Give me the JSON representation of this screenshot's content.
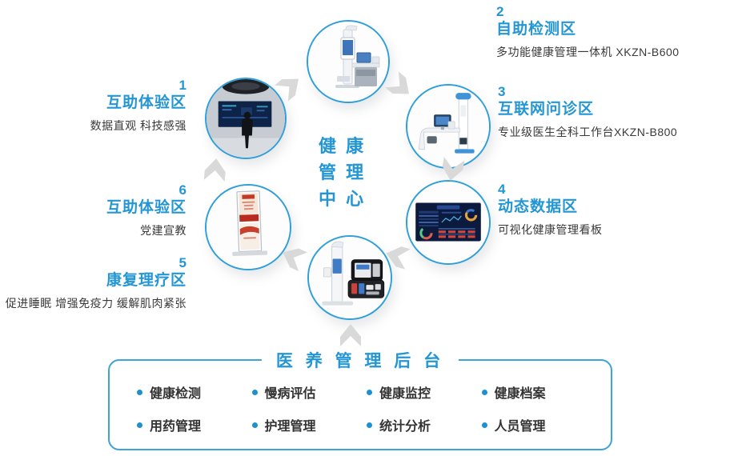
{
  "center": {
    "line1": "健 康",
    "line2": "管 理",
    "line3": "中 心"
  },
  "zones": [
    {
      "number": "1",
      "title": "互助体验区",
      "desc": "数据直观 科技感强"
    },
    {
      "number": "2",
      "title": "自助检测区",
      "desc": "多功能健康管理一体机  XKZN-B600"
    },
    {
      "number": "3",
      "title": "互联网问诊区",
      "desc": "专业级医生全科工作台XKZN-B800"
    },
    {
      "number": "4",
      "title": "动态数据区",
      "desc": "可视化健康管理看板"
    },
    {
      "number": "5",
      "title": "康复理疗区",
      "desc": "促进睡眠 增强免疫力 缓解肌肉紧张"
    },
    {
      "number": "6",
      "title": "互助体验区",
      "desc": "党建宣教"
    }
  ],
  "backend": {
    "title": "医 养 管 理 后 台",
    "items": [
      "健康检测",
      "慢病评估",
      "健康监控",
      "健康档案",
      "用药管理",
      "护理管理",
      "统计分析",
      "人员管理"
    ]
  },
  "colors": {
    "accent": "#2496d3",
    "arrow": "#d9d9d9",
    "text": "#3a3a3a",
    "box_border": "#3fa3d7"
  }
}
